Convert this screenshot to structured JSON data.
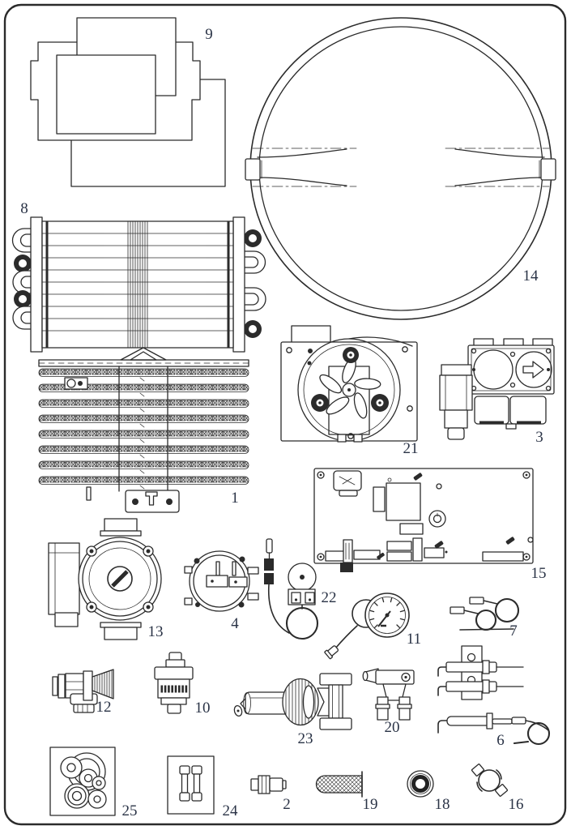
{
  "colors": {
    "line": "#2b2b2b",
    "label": "#2a3346",
    "background": "#ffffff"
  },
  "parts": {
    "p1": {
      "label": "1",
      "name": "main-burner-assembly"
    },
    "p2": {
      "label": "2",
      "name": "pipe-union-fitting"
    },
    "p3": {
      "label": "3",
      "name": "gas-valve"
    },
    "p4": {
      "label": "4",
      "name": "air-pressure-switch"
    },
    "p6": {
      "label": "6",
      "name": "ignition-electrode-with-lead"
    },
    "p7": {
      "label": "7",
      "name": "clip-on-temperature-sensor"
    },
    "p8": {
      "label": "8",
      "name": "main-heat-exchanger"
    },
    "p9": {
      "label": "9",
      "name": "insulation-panel-set"
    },
    "p10": {
      "label": "10",
      "name": "automatic-air-vent"
    },
    "p11": {
      "label": "11",
      "name": "pressure-gauge-with-capillary"
    },
    "p12": {
      "label": "12",
      "name": "pressure-relief-valve"
    },
    "p13": {
      "label": "13",
      "name": "circulating-pump"
    },
    "p14": {
      "label": "14",
      "name": "combustion-seal-ring"
    },
    "p15": {
      "label": "15",
      "name": "control-pcb"
    },
    "p16": {
      "label": "16",
      "name": "retaining-clip"
    },
    "p18": {
      "label": "18",
      "name": "o-ring-grommet"
    },
    "p19": {
      "label": "19",
      "name": "mesh-filter-sleeve"
    },
    "p20": {
      "label": "20",
      "name": "valve-bracket-manifold"
    },
    "p21": {
      "label": "21",
      "name": "fan-assembly"
    },
    "p22": {
      "label": "22",
      "name": "ntc-sensor-with-lead"
    },
    "p23": {
      "label": "23",
      "name": "diverter-valve-cartridge"
    },
    "p24": {
      "label": "24",
      "name": "fuse-set"
    },
    "p25": {
      "label": "25",
      "name": "gasket-washer-set"
    },
    "electrodes": {
      "name": "spark-electrode-pair"
    }
  }
}
